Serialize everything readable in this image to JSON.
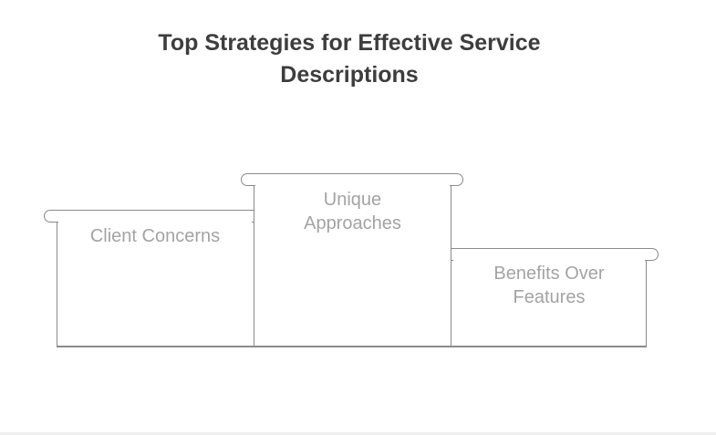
{
  "title": "Top Strategies for Effective Service Descriptions",
  "podium": {
    "steps": [
      {
        "label": "Client Concerns",
        "position": "left",
        "rank": 2
      },
      {
        "label": "Unique Approaches",
        "position": "center",
        "rank": 1
      },
      {
        "label": "Benefits Over Features",
        "position": "right",
        "rank": 3
      }
    ]
  },
  "colors": {
    "background": "#ffffff",
    "border": "#8a8a8a",
    "title_text": "#3d3d3d",
    "label_text": "#a3a3a3",
    "footer_strip": "#efefef"
  }
}
